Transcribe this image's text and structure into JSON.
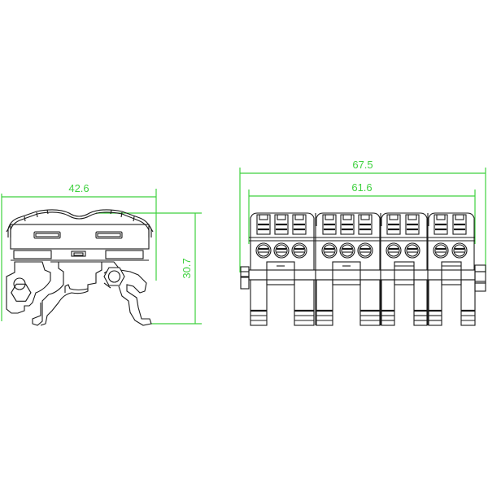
{
  "drawing": {
    "subject": "DIN rail terminal block",
    "colors": {
      "dimension": "#3fd13f",
      "outline": "#1a1a1a",
      "background": "#ffffff"
    },
    "side_view": {
      "width_label": "42.6",
      "height_label": "30.7"
    },
    "front_view": {
      "overall_width_label": "67.5",
      "body_width_label": "61.6",
      "modules": [
        {
          "index": 1,
          "ports": 3
        },
        {
          "index": 2,
          "ports": 3
        },
        {
          "index": 3,
          "ports": 2
        },
        {
          "index": 4,
          "ports": 2
        }
      ]
    }
  }
}
